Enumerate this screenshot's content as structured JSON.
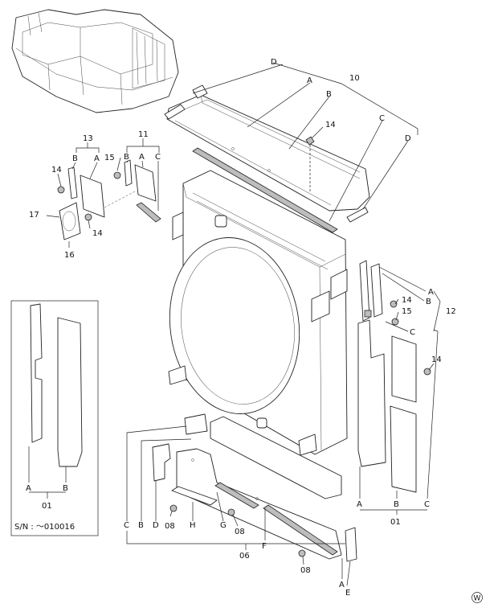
{
  "callouts": {
    "n10": "10",
    "n11": "11",
    "n12": "12",
    "n13": "13",
    "n14a": "14",
    "n14b": "14",
    "n14c": "14",
    "n14d": "14",
    "n14e": "14",
    "n15a": "15",
    "n15b": "15",
    "n16": "16",
    "n17": "17",
    "n08a": "08",
    "n08b": "08",
    "n08c": "08",
    "n06": "06",
    "n01a": "01",
    "n01b": "01"
  },
  "letters": {
    "d10l": "D",
    "a10": "A",
    "b10": "B",
    "c10": "C",
    "d10r": "D",
    "b13": "B",
    "a13": "A",
    "b11": "B",
    "a11": "A",
    "c11": "C",
    "a12": "A",
    "b12": "B",
    "c12": "C",
    "a01r": "A",
    "b01r": "B",
    "c01r": "C",
    "a01l": "A",
    "b01l": "B",
    "c06": "C",
    "b06": "B",
    "d06": "D",
    "h06": "H",
    "g06": "G",
    "f06": "F",
    "a06": "A",
    "e06": "E"
  },
  "serial_note": "S/N : ～010016",
  "corner_mark": "W"
}
